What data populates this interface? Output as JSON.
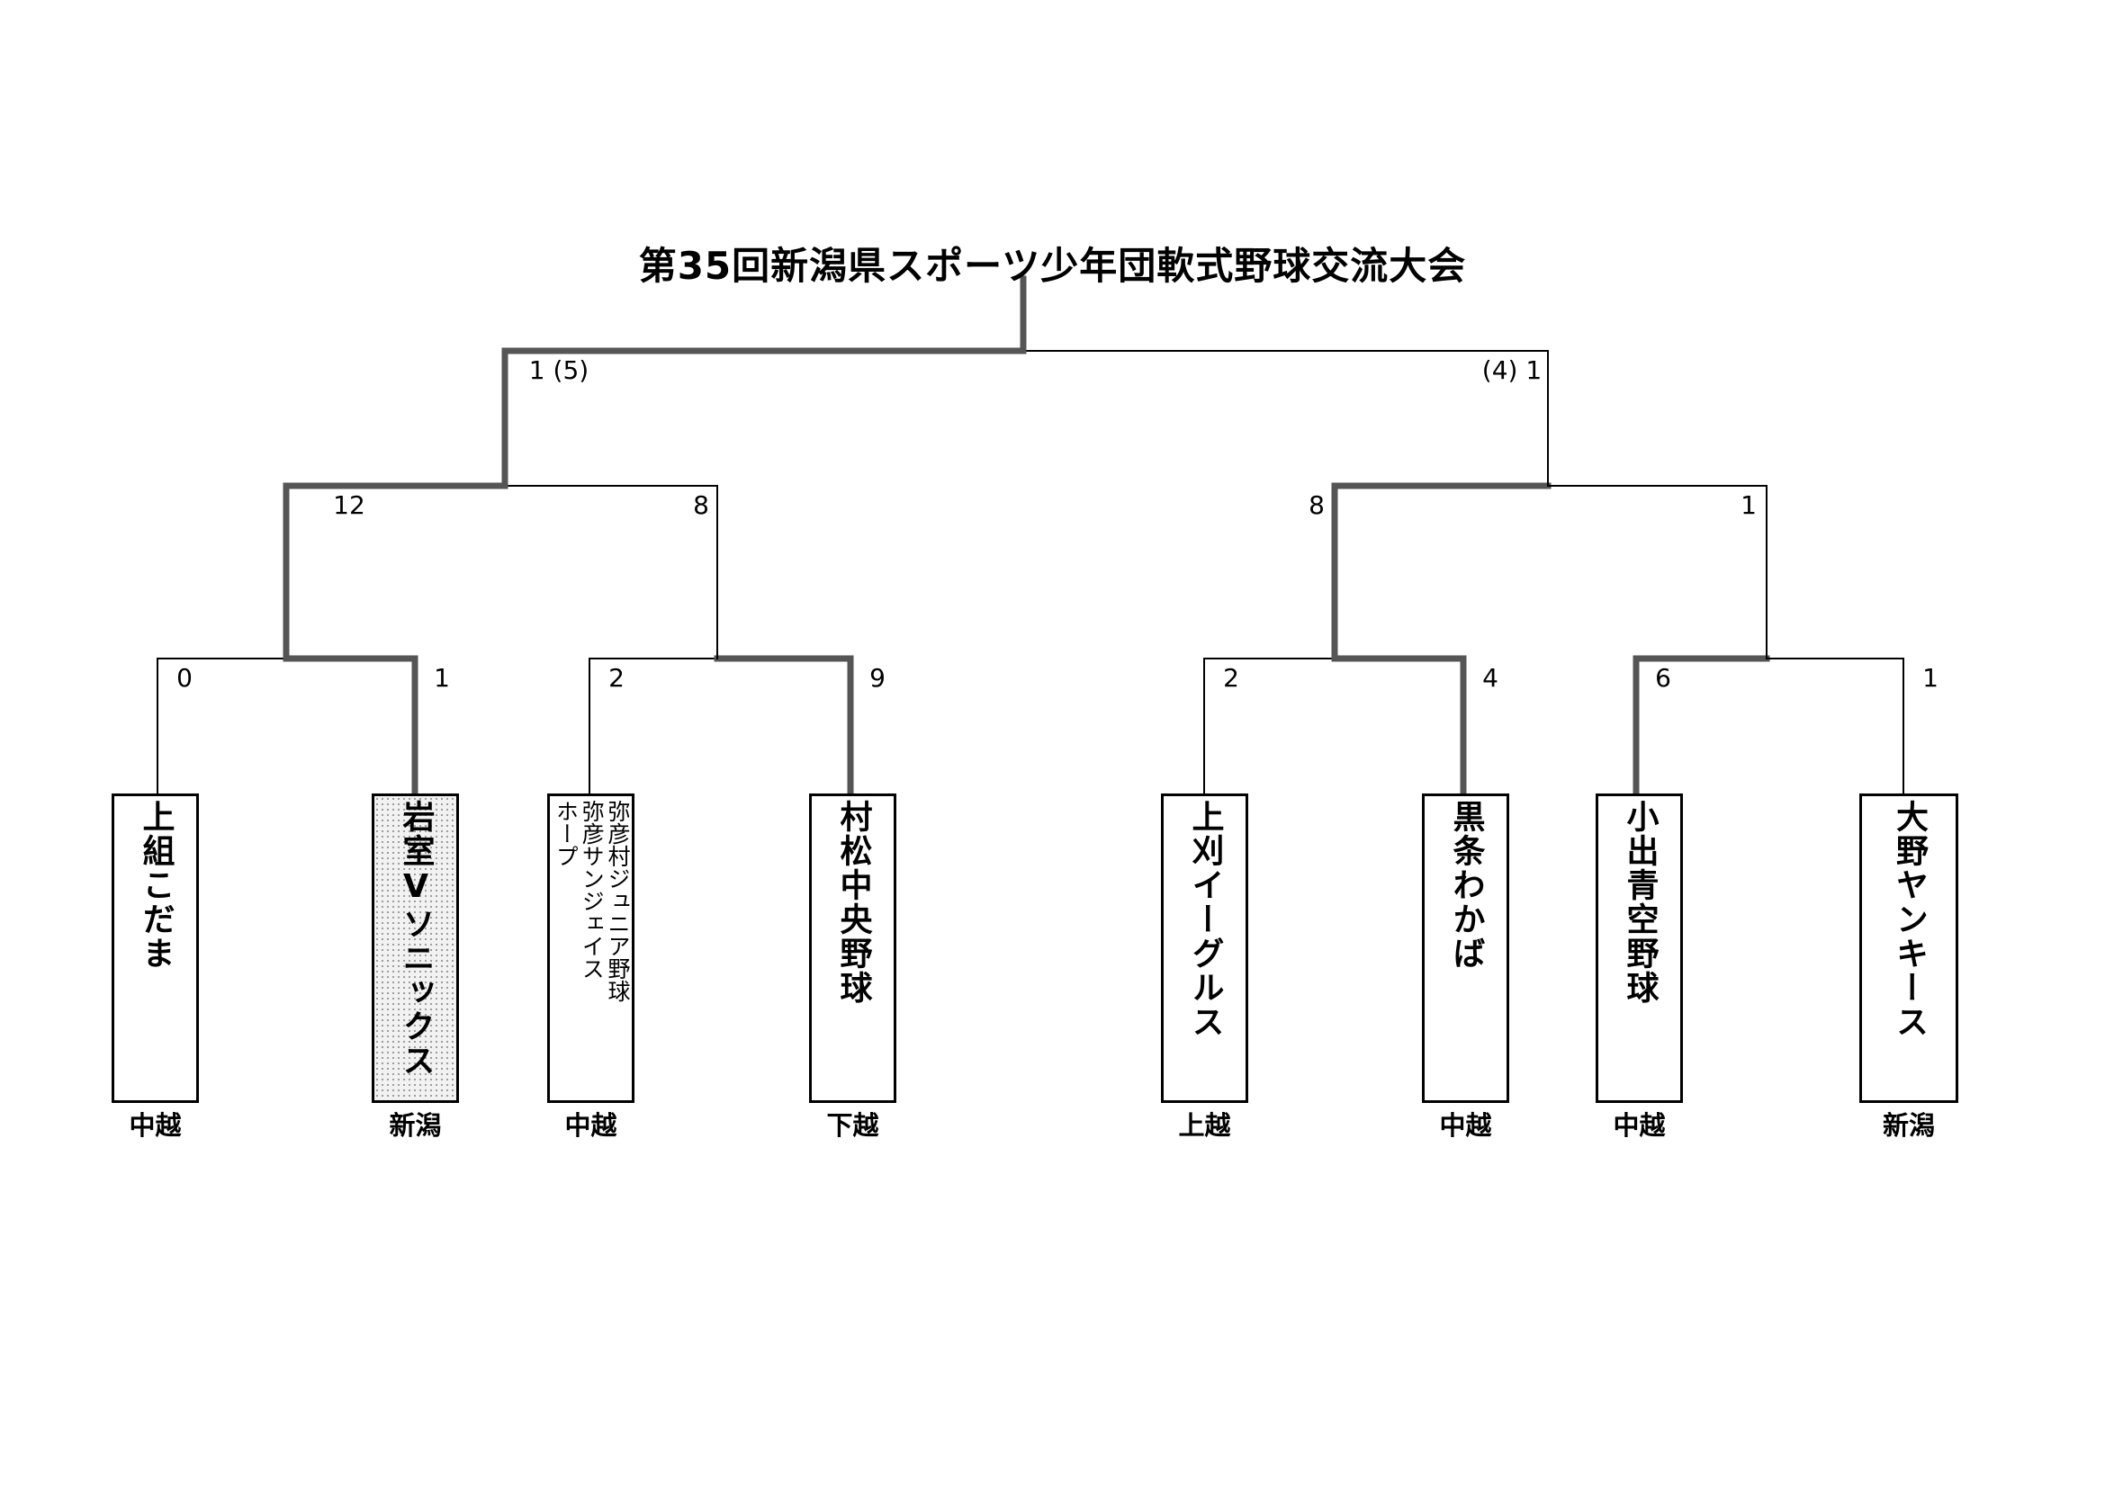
{
  "title": "第35回新潟県スポーツ少年団軟式野球交流大会",
  "teams": [
    {
      "name": "上組こだま",
      "region": "中越",
      "winner": false,
      "small": false
    },
    {
      "name": "岩室Ⅴソニックス",
      "region": "新潟",
      "winner": true,
      "small": false
    },
    {
      "name": "弥彦村ジュニア野球\n弥彦サンジェイス\nホープ",
      "region": "中越",
      "winner": false,
      "small": true
    },
    {
      "name": "村松中央野球",
      "region": "下越",
      "winner": false,
      "small": false
    },
    {
      "name": "上刈イーグルス",
      "region": "上越",
      "winner": false,
      "small": false
    },
    {
      "name": "黒条わかば",
      "region": "中越",
      "winner": false,
      "small": false
    },
    {
      "name": "小出青空野球",
      "region": "中越",
      "winner": false,
      "small": false
    },
    {
      "name": "大野ヤンキース",
      "region": "新潟",
      "winner": false,
      "small": false
    }
  ],
  "rounds": {
    "round1": [
      {
        "left_score": "0",
        "right_score": "1",
        "winner": "right"
      },
      {
        "left_score": "2",
        "right_score": "9",
        "winner": "right"
      },
      {
        "left_score": "2",
        "right_score": "4",
        "winner": "right"
      },
      {
        "left_score": "6",
        "right_score": "1",
        "winner": "left"
      }
    ],
    "round2": [
      {
        "left_score": "12",
        "right_score": "8",
        "winner": "left"
      },
      {
        "left_score": "8",
        "right_score": "1",
        "winner": "left"
      }
    ],
    "final": {
      "left_score": "1 (5)",
      "right_score": "(4) 1",
      "winner": "left"
    }
  },
  "colors": {
    "line": "#000000",
    "winner_line": "#555555"
  }
}
